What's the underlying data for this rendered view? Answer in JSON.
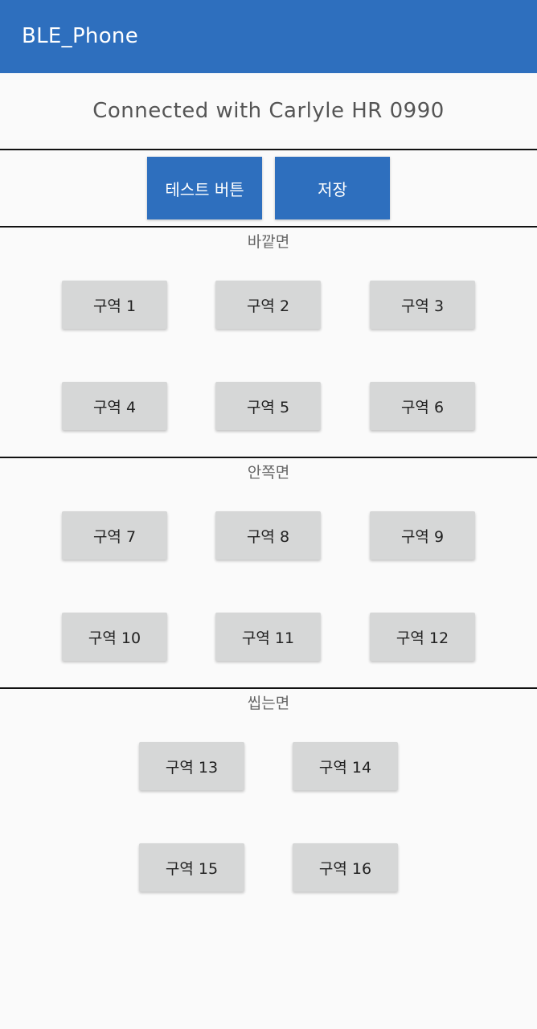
{
  "app_bar": {
    "title": "BLE_Phone",
    "color": "#2E6FBE"
  },
  "status": {
    "text": "Connected with Carlyle HR 0990"
  },
  "actions": {
    "test_label": "테스트 버튼",
    "save_label": "저장"
  },
  "sections": [
    {
      "label": "바깥면",
      "zones": [
        "구역 1",
        "구역 2",
        "구역 3",
        "구역 4",
        "구역 5",
        "구역 6"
      ]
    },
    {
      "label": "안쪽면",
      "zones": [
        "구역 7",
        "구역 8",
        "구역 9",
        "구역 10",
        "구역 11",
        "구역 12"
      ]
    },
    {
      "label": "씹는면",
      "zones": [
        "구역 13",
        "구역 14",
        "구역 15",
        "구역 16"
      ]
    }
  ]
}
